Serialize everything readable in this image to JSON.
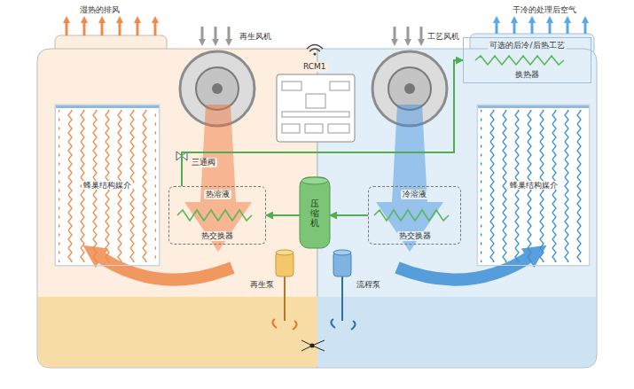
{
  "diagram": {
    "nodes": [
      {
        "text": [
          "蜂巢结构媒介"
        ]
      },
      {
        "text": [
          "热溶液",
          "热交换器"
        ]
      },
      {
        "text": [
          "压缩机"
        ]
      },
      {
        "text": [
          "冷溶液",
          "热交换器"
        ]
      },
      {
        "text": [
          "蜂巢结构媒介"
        ]
      },
      {
        "text": [
          "可选的后冷/后热工艺",
          "换热器"
        ]
      }
    ],
    "edges": [
      {
        "from": 2,
        "to": 1,
        "arrow": "to"
      },
      {
        "from": 3,
        "to": 2,
        "arrow": "to"
      },
      {
        "from": 1,
        "to": 5,
        "arrow": "to"
      }
    ],
    "labels": [
      "湿热的排风",
      "再生风机",
      "RCM1",
      "工艺风机",
      "干冷的处理后空气",
      "三通阀",
      "再生泵",
      "流程泵"
    ]
  }
}
